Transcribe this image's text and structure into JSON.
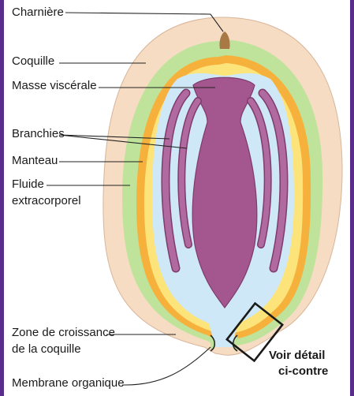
{
  "labels": {
    "charniere": "Charnière",
    "coquille": "Coquille",
    "masse_viscerale": "Masse viscérale",
    "branchies": "Branchies",
    "manteau": "Manteau",
    "fluide_line1": "Fluide",
    "fluide_line2": "extracorporel",
    "zone_line1": "Zone de croissance",
    "zone_line2": "de la coquille",
    "membrane": "Membrane organique",
    "detail_line1": "Voir détail",
    "detail_line2": "ci-contre"
  },
  "colors": {
    "border": "#5a2d8c",
    "shell": "#f5dcc3",
    "green": "#bfe39b",
    "orange": "#f6b13c",
    "yellow": "#fde47a",
    "fluid": "#cfe8f7",
    "visceral": "#a4578e",
    "gills": "#b16a9f"
  }
}
